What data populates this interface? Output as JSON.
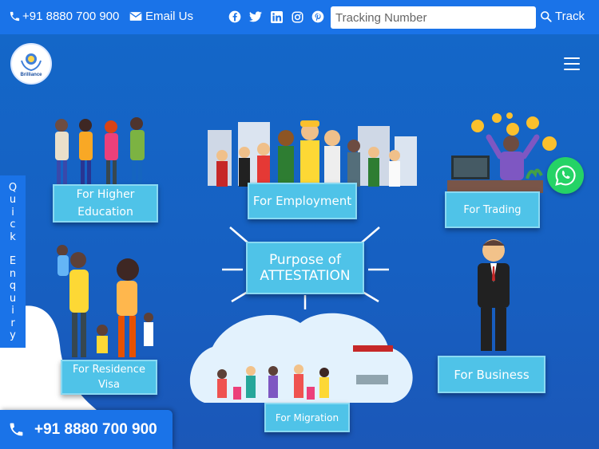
{
  "topbar": {
    "phone": "+91 8880 700 900",
    "email_label": "Email Us",
    "social_icons": [
      "facebook-icon",
      "twitter-icon",
      "linkedin-icon",
      "instagram-icon",
      "pinterest-icon"
    ],
    "tracking_placeholder": "Tracking Number",
    "track_label": "Track"
  },
  "header": {
    "logo_text": "Brilliance"
  },
  "hero": {
    "labels": {
      "higher_education": "For Higher Education",
      "employment": "For Employment",
      "trading": "For Trading",
      "purpose": "Purpose of ATTESTATION",
      "residence_visa": "For Residence Visa",
      "business": "For Business",
      "migration": "For Migration"
    }
  },
  "quick_enquiry": [
    "Q",
    "u",
    "i",
    "c",
    "k",
    " ",
    "E",
    "n",
    "q",
    "u",
    "i",
    "r",
    "y"
  ],
  "call_bar": {
    "phone": "+91 8880 700 900"
  },
  "colors": {
    "topbar": "#1a73e8",
    "hero_bg": "#1565c0",
    "label_bg": "#4fc3e8",
    "whatsapp": "#25d366"
  }
}
